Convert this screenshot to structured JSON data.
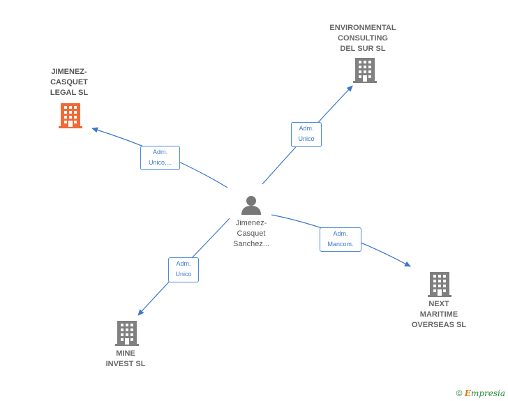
{
  "colors": {
    "edge": "#3a78c9",
    "building_main": "#f06a35",
    "building_other": "#808080",
    "person": "#777777"
  },
  "nodes": {
    "jimenez_legal": {
      "label": "JIMENEZ-\nCASQUET\nLEGAL  SL"
    },
    "environmental": {
      "label": "ENVIRONMENTAL\nCONSULTING\nDEL SUR  SL"
    },
    "next_maritime": {
      "label": "NEXT\nMARITIME\nOVERSEAS  SL"
    },
    "mine_invest": {
      "label": "MINE\nINVEST  SL"
    },
    "person": {
      "label": "Jimenez-\nCasquet\nSanchez..."
    }
  },
  "edges": {
    "to_legal": "Adm.\nUnico,...",
    "to_environmental": "Adm.\nUnico",
    "to_maritime": "Adm.\nMancom.",
    "to_mine": "Adm.\nUnico"
  },
  "footer": {
    "copyright": "©",
    "brand_initial": "E",
    "brand_rest": "mpresia"
  }
}
